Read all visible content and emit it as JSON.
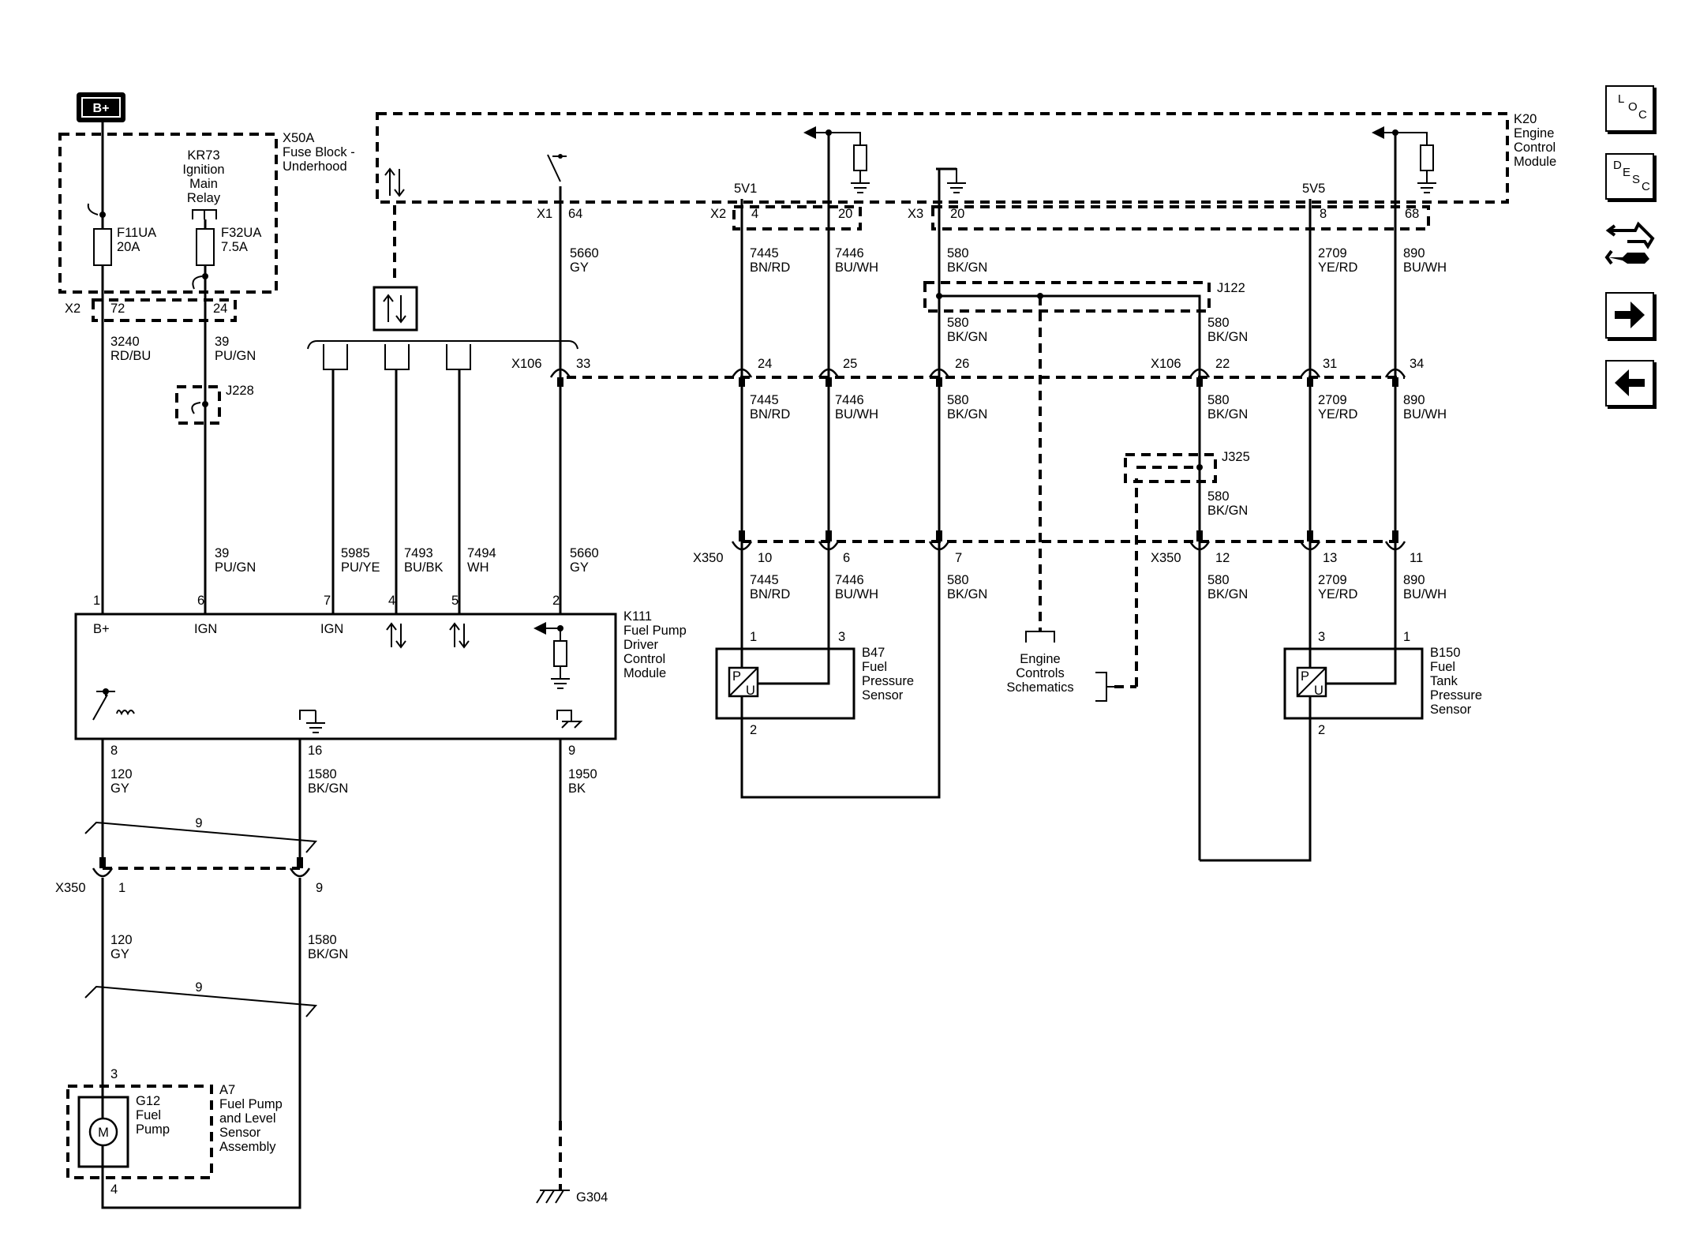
{
  "power": {
    "bplus": "B+"
  },
  "fuse_block": {
    "line1": "X50A",
    "line2": "Fuse Block -",
    "line3": "Underhood"
  },
  "relay": {
    "line1": "KR73",
    "line2": "Ignition",
    "line3": "Main",
    "line4": "Relay"
  },
  "fuses": [
    {
      "name": "F11UA",
      "rating": "20A"
    },
    {
      "name": "F32UA",
      "rating": "7.5A"
    }
  ],
  "ecm": {
    "line1": "K20",
    "line2": "Engine",
    "line3": "Control",
    "line4": "Module"
  },
  "fpdcm": {
    "line1": "K111",
    "line2": "Fuel Pump",
    "line3": "Driver",
    "line4": "Control",
    "line5": "Module",
    "pin_labels": {
      "bplus": "B+",
      "ign1": "IGN",
      "ign2": "IGN"
    }
  },
  "b47": {
    "line1": "B47",
    "line2": "Fuel",
    "line3": "Pressure",
    "line4": "Sensor"
  },
  "b150": {
    "line1": "B150",
    "line2": "Fuel",
    "line3": "Tank",
    "line4": "Pressure",
    "line5": "Sensor"
  },
  "a7": {
    "line1": "A7",
    "line2": "Fuel Pump",
    "line3": "and Level",
    "line4": "Sensor",
    "line5": "Assembly"
  },
  "g12": {
    "line1": "G12",
    "line2": "Fuel",
    "line3": "Pump",
    "motor": "M"
  },
  "sensor_pu": {
    "p": "P",
    "u": "U"
  },
  "engine_controls": {
    "line1": "Engine",
    "line2": "Controls",
    "line3": "Schematics"
  },
  "ground": "G304",
  "splices": {
    "j122": "J122",
    "j228": "J228",
    "j325": "J325"
  },
  "connectors": {
    "x1": "X1",
    "x2": "X2",
    "x3": "X3",
    "x106": "X106",
    "x350": "X350"
  },
  "refs": {
    "v5v1": "5V1",
    "v5v5": "5V5",
    "twist": "9"
  },
  "pins": {
    "x2_72": "72",
    "x2_24": "24",
    "x1_64": "64",
    "x2_4": "4",
    "x2_20": "20",
    "x3_20": "20",
    "ecm_8": "8",
    "ecm_68": "68",
    "x106_33": "33",
    "x106_24": "24",
    "x106_25": "25",
    "x106_26": "26",
    "x106_22": "22",
    "x106_31": "31",
    "x106_34": "34",
    "x350_10": "10",
    "x350_6": "6",
    "x350_7": "7",
    "x350_12": "12",
    "x350_13": "13",
    "x350_11": "11",
    "x350_1": "1",
    "x350_9": "9",
    "k111_1": "1",
    "k111_6": "6",
    "k111_7": "7",
    "k111_4": "4",
    "k111_5": "5",
    "k111_2": "2",
    "k111_8": "8",
    "k111_16": "16",
    "k111_9": "9",
    "b47_1": "1",
    "b47_3": "3",
    "b47_2": "2",
    "b150_3": "3",
    "b150_1": "1",
    "b150_2": "2",
    "a7_3": "3",
    "a7_4": "4"
  },
  "wires": {
    "c3240": "3240",
    "rdbu": "RD/BU",
    "c39": "39",
    "pugn": "PU/GN",
    "c5985": "5985",
    "puye": "PU/YE",
    "c7493": "7493",
    "bubk": "BU/BK",
    "c7494": "7494",
    "wh": "WH",
    "c5660": "5660",
    "gy": "GY",
    "c7445": "7445",
    "bnrd": "BN/RD",
    "c7446": "7446",
    "buwh": "BU/WH",
    "c580": "580",
    "bkgn": "BK/GN",
    "c2709": "2709",
    "yerd": "YE/RD",
    "c890": "890",
    "c120": "120",
    "c1580": "1580",
    "c1950": "1950",
    "bk": "BK"
  },
  "nav": {
    "loc": [
      "L",
      "O",
      "C"
    ],
    "desc": [
      "D",
      "E",
      "S",
      "C"
    ]
  }
}
